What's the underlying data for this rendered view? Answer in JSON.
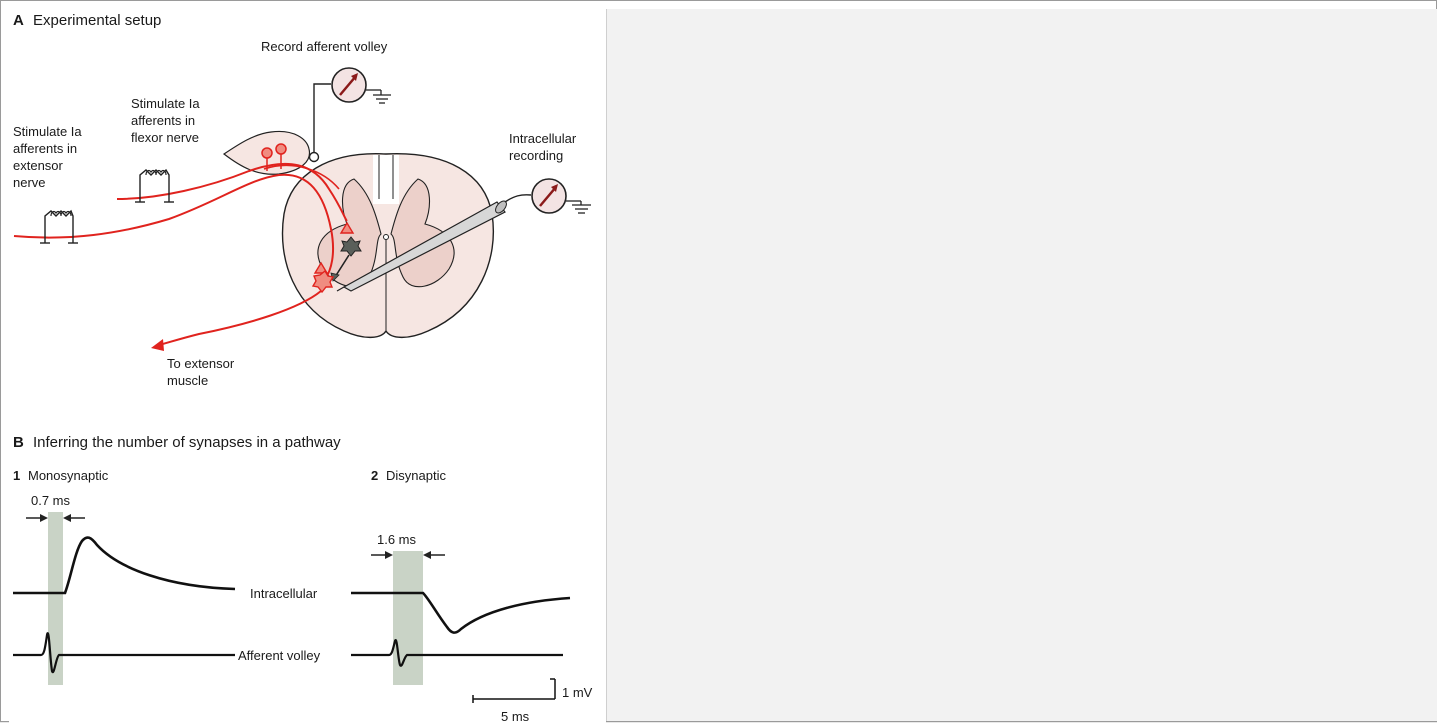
{
  "panel_a": {
    "letter": "A",
    "title": "Experimental setup",
    "record_afferent_label": "Record afferent volley",
    "stim_flexor_label": [
      "Stimulate Ia",
      "afferents in",
      "flexor nerve"
    ],
    "stim_extensor_label": [
      "Stimulate Ia",
      "afferents in",
      "extensor",
      "nerve"
    ],
    "intracellular_label": [
      "Intracellular",
      "recording"
    ],
    "to_muscle_label": [
      "To extensor",
      "muscle"
    ]
  },
  "panel_b": {
    "letter": "B",
    "title": "Inferring the number of synapses in a pathway",
    "mono": {
      "number": "1",
      "title": "Monosynaptic",
      "delay": "0.7 ms"
    },
    "di": {
      "number": "2",
      "title": "Disynaptic",
      "delay": "1.6 ms"
    },
    "intracellular_trace_label": "Intracellular",
    "afferent_trace_label": "Afferent volley",
    "scale_voltage": "1 mV",
    "scale_time": "5 ms"
  },
  "colors": {
    "nerve": "#e0231e",
    "cord_outer": "#f6e6e2",
    "cord_gray": "#ecd0ca",
    "shade": "#c9d3c6"
  }
}
